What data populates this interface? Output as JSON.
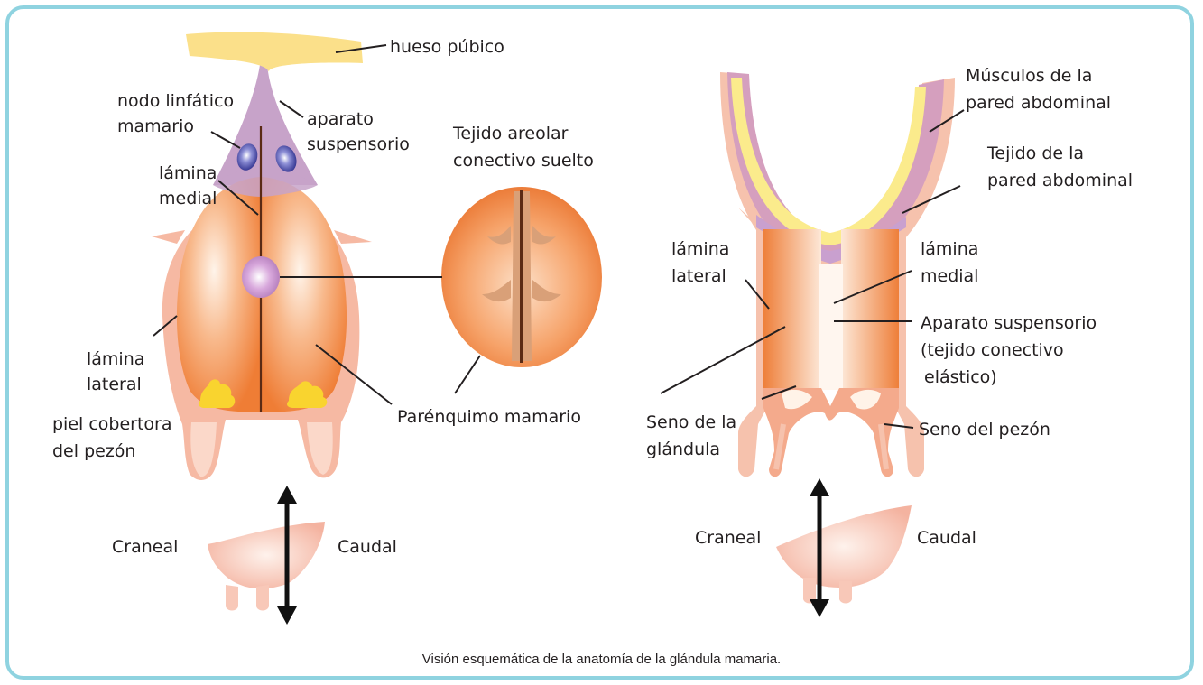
{
  "left": {
    "hueso_pubico": "hueso púbico",
    "nodo_1": "nodo linfático",
    "nodo_2": "mamario",
    "aparato_1": "aparato",
    "aparato_2": "suspensorio",
    "medial_1": "lámina",
    "medial_2": "medial",
    "lateral_1": "lámina",
    "lateral_2": "lateral",
    "piel_1": "piel cobertora",
    "piel_2": "del pezón",
    "tejido_1": "Tejido areolar",
    "tejido_2": "conectivo suelto",
    "parenquimo": "Parénquimo mamario",
    "craneal": "Craneal",
    "caudal": "Caudal"
  },
  "right": {
    "musculos_1": "Músculos de la",
    "musculos_2": "pared abdominal",
    "tejido_pared_1": "Tejido de la",
    "tejido_pared_2": "pared abdominal",
    "lateral_1": "lámina",
    "lateral_2": "lateral",
    "medial_1": "lámina",
    "medial_2": "medial",
    "aparato_1": "Aparato suspensorio",
    "aparato_2": "(tejido conectivo",
    "aparato_3": "elástico)",
    "seno_glandula_1": "Seno de la",
    "seno_glandula_2": "glándula",
    "seno_pezon": "Seno del pezón",
    "craneal": "Craneal",
    "caudal": "Caudal"
  },
  "caption": "Visión esquemática de la anatomía de la glándula mamaria.",
  "colors": {
    "frame": "#8fd3e0",
    "bone": "#fbe08a",
    "udder_orange": "#f0843c",
    "udder_light": "#fde2cf",
    "skin": "#f6b9a3",
    "suspensory": "#c7a3c9",
    "node": "#3b3d9a",
    "muscle": "#d59fbe",
    "fat": "#fbeb8c"
  }
}
